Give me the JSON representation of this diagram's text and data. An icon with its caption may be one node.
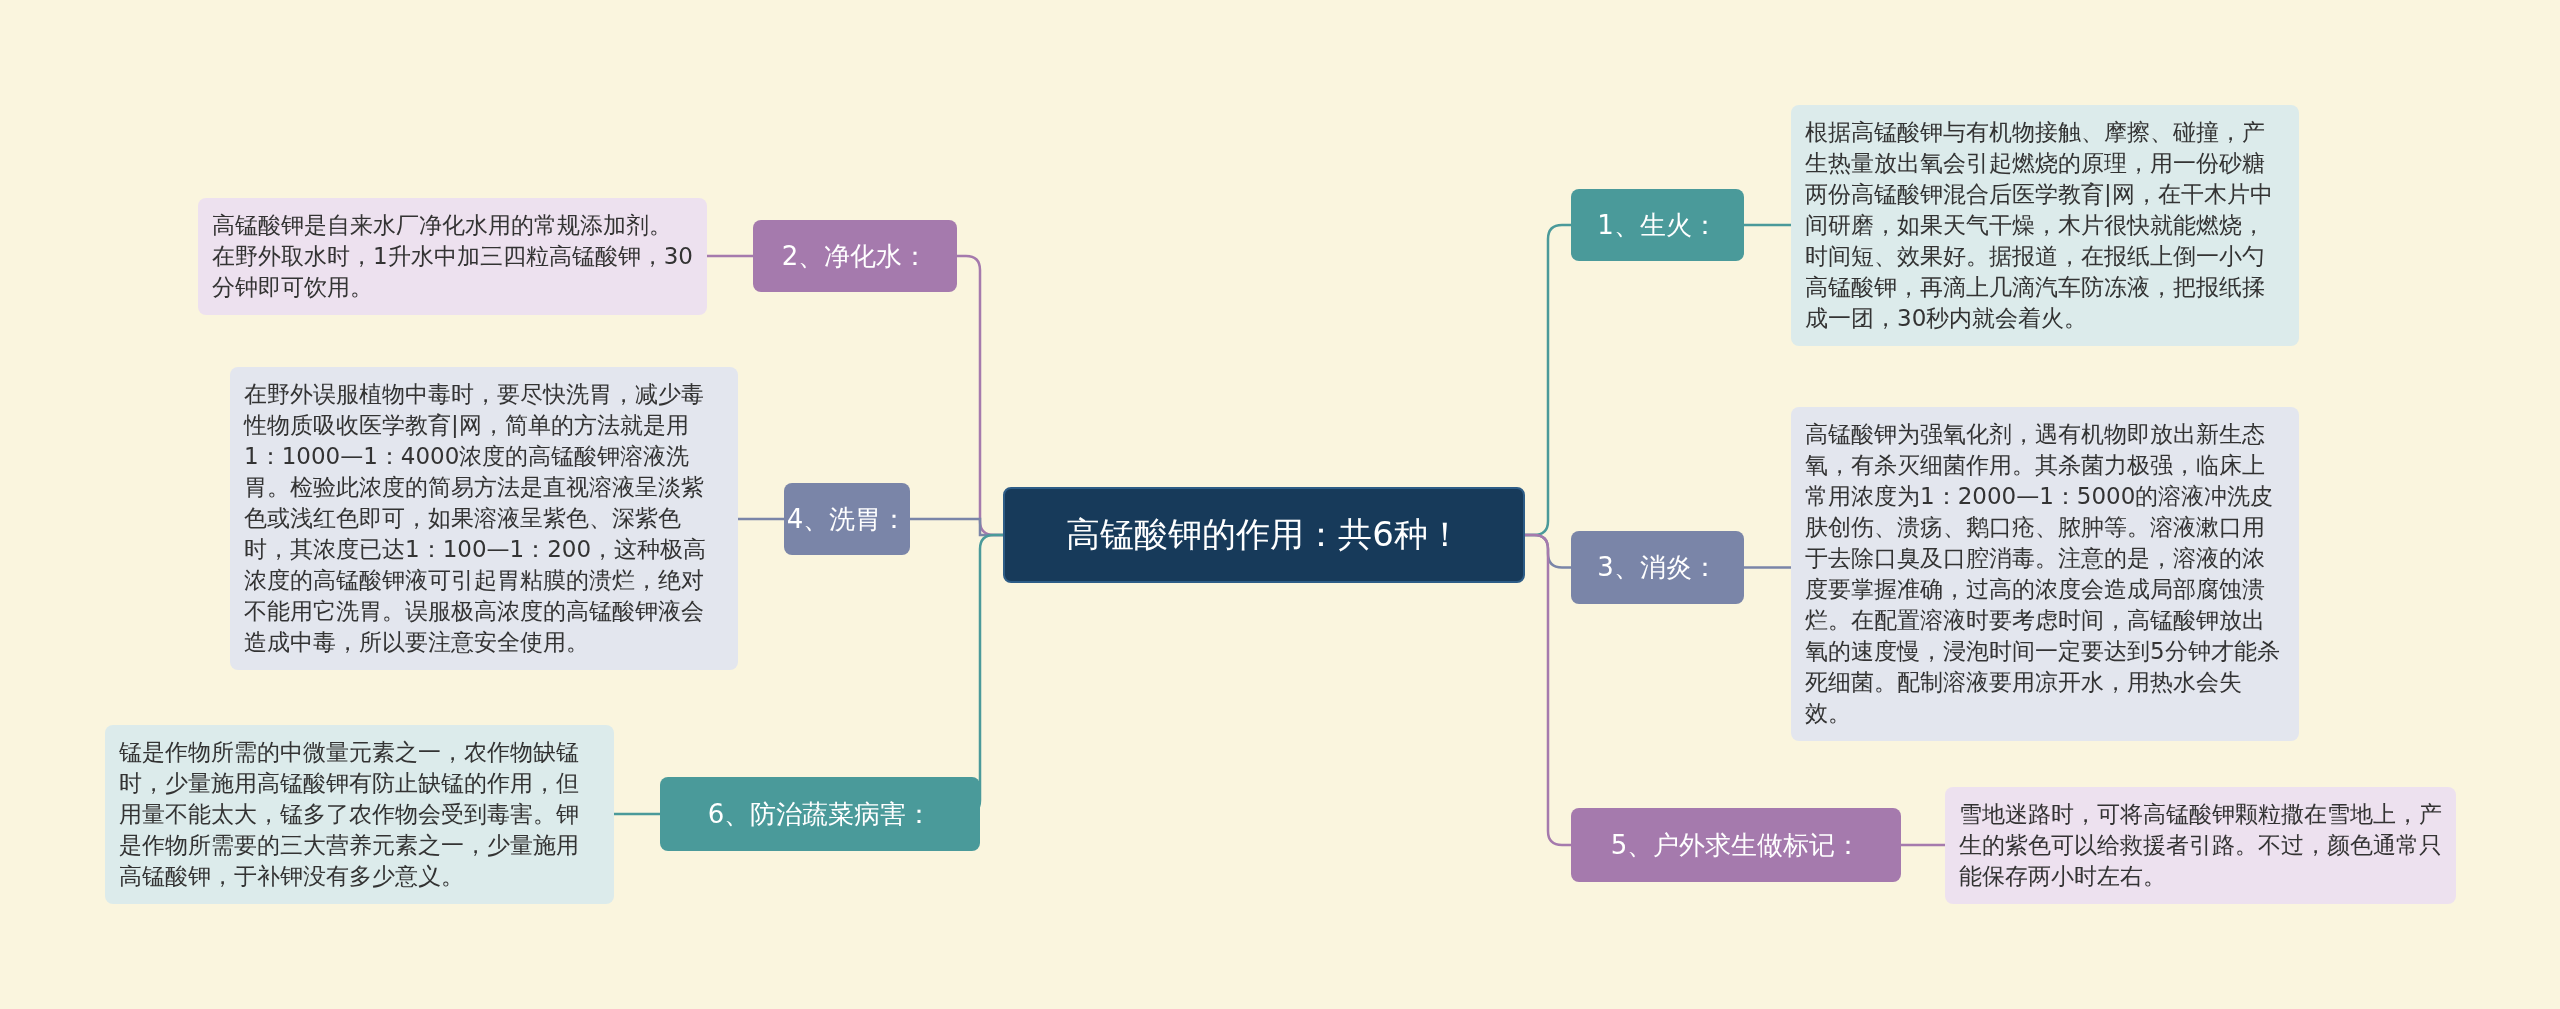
{
  "diagram": {
    "nodes": [
      {
        "text": [
          "高锰酸钾的作用：共6种！"
        ]
      },
      {
        "text": [
          "1、生火："
        ]
      },
      {
        "text": [
          "根据高锰酸钾与有机物接触、摩擦、碰撞，产生热量放出氧会引起燃烧的原理，用一份砂糖两份高锰酸钾混合后医学教育|网，在干木片中间研磨，如果天气干燥，木片很快就能燃烧，时间短、效果好。据报道，在报纸上倒一小勺高锰酸钾，再滴上几滴汽车防冻液，把报纸揉成一团，30秒内就会着火。"
        ]
      },
      {
        "text": [
          "2、净化水："
        ]
      },
      {
        "text": [
          "高锰酸钾是自来水厂净化水用的常规添加剂。在野外取水时，1升水中加三四粒高锰酸钾，30分钟即可饮用。"
        ]
      },
      {
        "text": [
          "3、消炎："
        ]
      },
      {
        "text": [
          "高锰酸钾为强氧化剂，遇有机物即放出新生态氧，有杀灭细菌作用。其杀菌力极强，临床上常用浓度为1：2000—1：5000的溶液冲洗皮肤创伤、溃疡、鹅口疮、脓肿等。溶液漱口用于去除口臭及口腔消毒。注意的是，溶液的浓度要掌握准确，过高的浓度会造成局部腐蚀溃烂。在配置溶液时要考虑时间，高锰酸钾放出氧的速度慢，浸泡时间一定要达到5分钟才能杀死细菌。配制溶液要用凉开水，用热水会失效。"
        ]
      },
      {
        "text": [
          "4、洗胃："
        ]
      },
      {
        "text": [
          "在野外误服植物中毒时，要尽快洗胃，减少毒性物质吸收医学教育|网，简单的方法就是用1：1000—1：4000浓度的高锰酸钾溶液洗胃。检验此浓度的简易方法是直视溶液呈淡紫色或浅红色即可，如果溶液呈紫色、深紫色时，其浓度已达1：100—1：200，这种极高浓度的高锰酸钾液可引起胃粘膜的溃烂，绝对不能用它洗胃。误服极高浓度的高锰酸钾液会造成中毒，所以要注意安全使用。"
        ]
      },
      {
        "text": [
          "5、户外求生做标记："
        ]
      },
      {
        "text": [
          "雪地迷路时，可将高锰酸钾颗粒撒在雪地上，产生的紫色可以给救援者引路。不过，颜色通常只能保存两小时左右。"
        ]
      },
      {
        "text": [
          "6、防治蔬菜病害："
        ]
      },
      {
        "text": [
          "锰是作物所需的中微量元素之一，农作物缺锰时，少量施用高锰酸钾有防止缺锰的作用，但用量不能太大，锰多了农作物会受到毒害。钾是作物所需要的三大营养元素之一，少量施用高锰酸钾，于补钾没有多少意义。"
        ]
      }
    ],
    "edges": [
      {
        "from": 0,
        "to": 1,
        "arrow": "none",
        "color": "#4a9a9a"
      },
      {
        "from": 1,
        "to": 2,
        "arrow": "none",
        "color": "#4a9a9a"
      },
      {
        "from": 0,
        "to": 3,
        "arrow": "none",
        "color": "#a57aad"
      },
      {
        "from": 3,
        "to": 4,
        "arrow": "none",
        "color": "#a57aad"
      },
      {
        "from": 0,
        "to": 5,
        "arrow": "none",
        "color": "#7a85a8"
      },
      {
        "from": 5,
        "to": 6,
        "arrow": "none",
        "color": "#7a85a8"
      },
      {
        "from": 0,
        "to": 7,
        "arrow": "none",
        "color": "#7a85a8"
      },
      {
        "from": 7,
        "to": 8,
        "arrow": "none",
        "color": "#7a85a8"
      },
      {
        "from": 0,
        "to": 9,
        "arrow": "none",
        "color": "#a57aad"
      },
      {
        "from": 9,
        "to": 10,
        "arrow": "none",
        "color": "#a57aad"
      },
      {
        "from": 0,
        "to": 11,
        "arrow": "none",
        "color": "#4a9a9a"
      },
      {
        "from": 11,
        "to": 12,
        "arrow": "none",
        "color": "#4a9a9a"
      }
    ]
  }
}
